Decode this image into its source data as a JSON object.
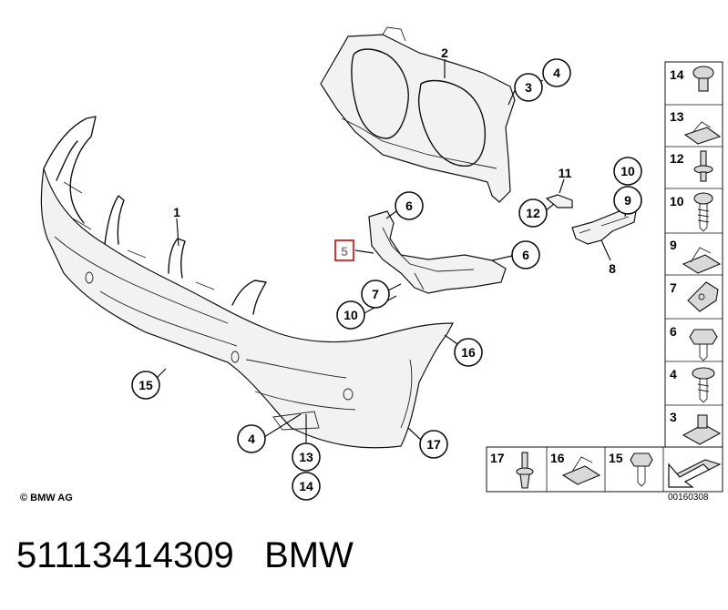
{
  "diagram": {
    "copyright": "© BMW AG",
    "document_number": "00160308",
    "callouts": [
      "1",
      "2",
      "3",
      "4",
      "5",
      "6",
      "6",
      "7",
      "8",
      "9",
      "10",
      "10",
      "11",
      "12",
      "13",
      "14",
      "15",
      "16",
      "17",
      "4"
    ],
    "side_panel": [
      "14",
      "13",
      "12",
      "10",
      "9",
      "7",
      "6",
      "4",
      "3"
    ],
    "bottom_panel": [
      "17",
      "16",
      "15"
    ]
  },
  "footer": {
    "part_number": "51113414309",
    "brand": "BMW"
  }
}
